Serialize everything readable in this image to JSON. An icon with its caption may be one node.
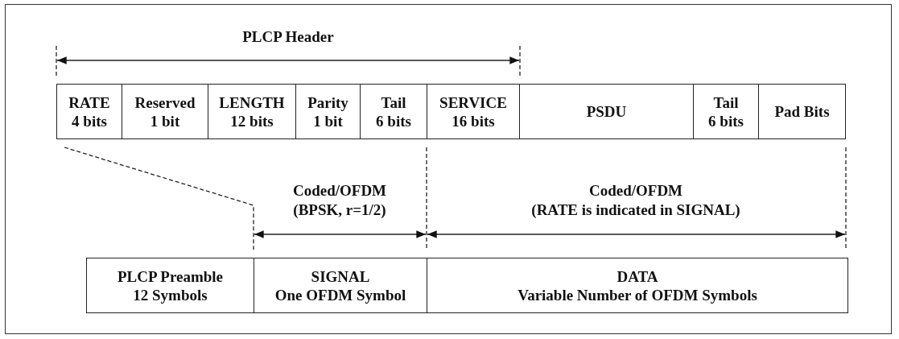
{
  "diagram": {
    "nodes": [
      {
        "text": [
          "RATE",
          "4 bits"
        ]
      },
      {
        "text": [
          "Reserved",
          "1 bit"
        ]
      },
      {
        "text": [
          "LENGTH",
          "12 bits"
        ]
      },
      {
        "text": [
          "Parity",
          "1 bit"
        ]
      },
      {
        "text": [
          "Tail",
          "6 bits"
        ]
      },
      {
        "text": [
          "SERVICE",
          "16 bits"
        ]
      },
      {
        "text": [
          "PSDU"
        ]
      },
      {
        "text": [
          "Tail",
          "6 bits"
        ]
      },
      {
        "text": [
          "Pad Bits"
        ]
      },
      {
        "text": [
          "PLCP Preamble",
          "12 Symbols"
        ]
      },
      {
        "text": [
          "SIGNAL",
          "One OFDM Symbol"
        ]
      },
      {
        "text": [
          "DATA",
          "Variable Number of OFDM Symbols"
        ]
      }
    ],
    "edges": [],
    "labels": [
      "PLCP Header",
      "Coded/OFDM (BPSK, r=1/2)",
      "Coded/OFDM (RATE is indicated in SIGNAL)"
    ]
  }
}
